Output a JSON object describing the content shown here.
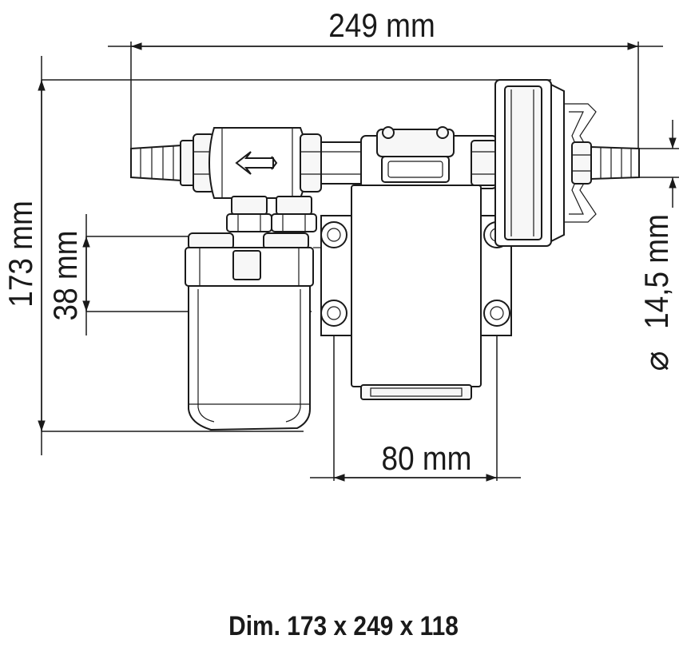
{
  "dimensions": {
    "width": "249 mm",
    "height": "173 mm",
    "filter_offset": "38 mm",
    "port_diameter": "14,5 mm",
    "mount_spacing": "80 mm",
    "diameter_symbol": "⌀"
  },
  "caption": "Dim. 173 x 249 x 118"
}
